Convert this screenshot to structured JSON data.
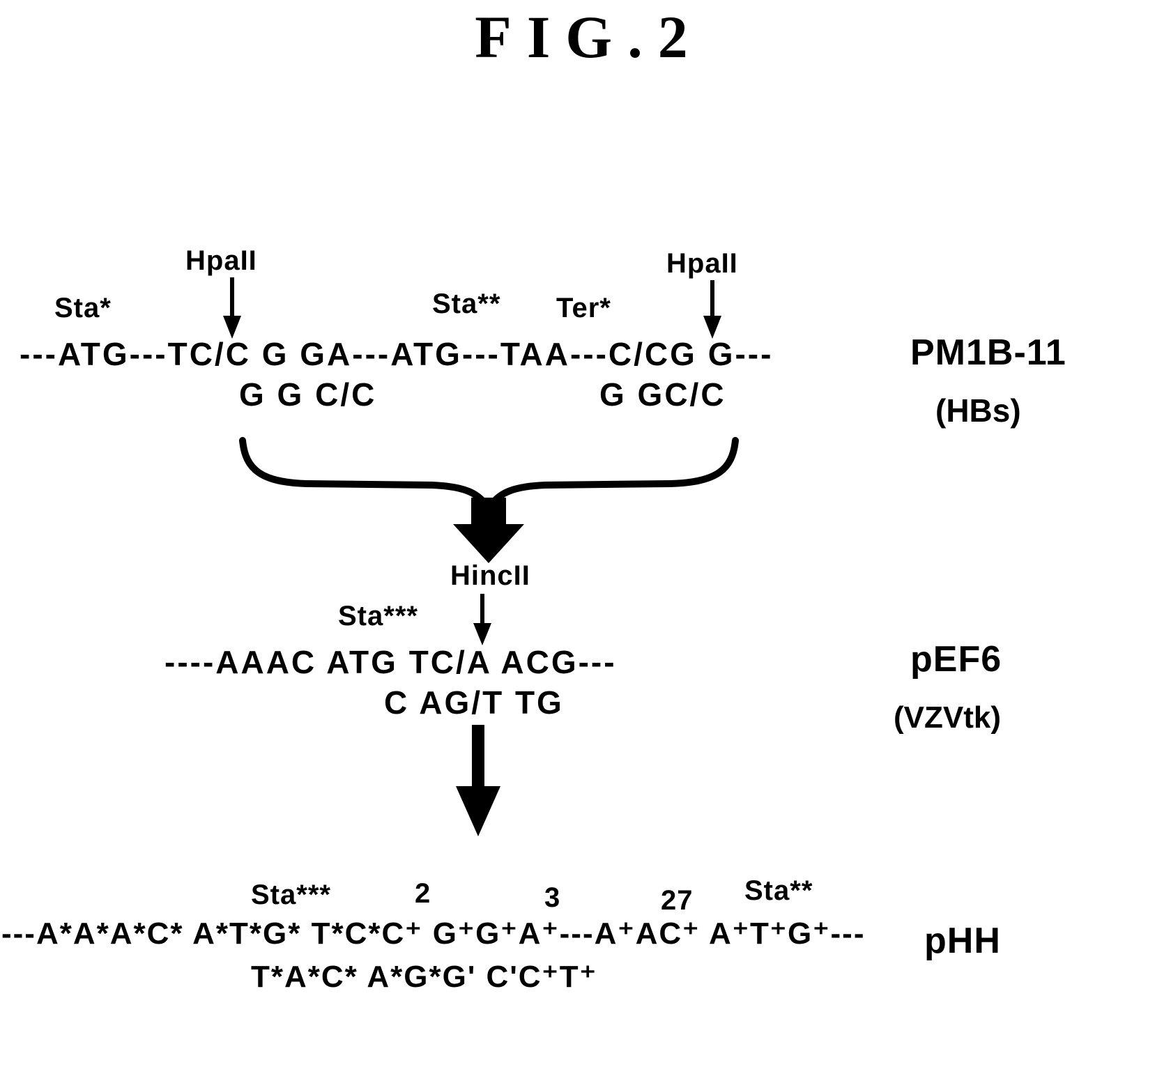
{
  "colors": {
    "ink": "#000000",
    "background": "#ffffff"
  },
  "title": "FIG.2",
  "construct_top": {
    "plasmid_name": "PM1B-11",
    "plasmid_subname": "(HBs)",
    "enzyme_left": "HpaII",
    "enzyme_right": "HpaII",
    "start_codon_1_label": "Sta*",
    "start_codon_2_label": "Sta**",
    "stop_codon_label": "Ter*",
    "sequence_top_strand": "---ATG---TC/C G GA---ATG---TAA---C/CG G---",
    "sequence_bottom_left": "G G C/C",
    "sequence_bottom_right": "G GC/C"
  },
  "construct_middle": {
    "plasmid_name": "pEF6",
    "plasmid_subname": "(VZVtk)",
    "enzyme": "HincII",
    "start_codon_label": "Sta***",
    "sequence_top_strand": "----AAAC ATG TC/A ACG---",
    "sequence_bottom_strand": "C AG/T TG"
  },
  "construct_bottom": {
    "plasmid_name": "pHH",
    "labels": {
      "sta3": "Sta***",
      "pos2": "2",
      "pos3": "3",
      "pos27": "27",
      "sta2": "Sta**"
    },
    "sequence_top_strand": "---A*A*A*C* A*T*G* T*C*C⁺ G⁺G⁺A⁺---A⁺AC⁺ A⁺T⁺G⁺---",
    "sequence_bottom_strand": "T*A*C* A*G*G' C'C⁺T⁺"
  }
}
